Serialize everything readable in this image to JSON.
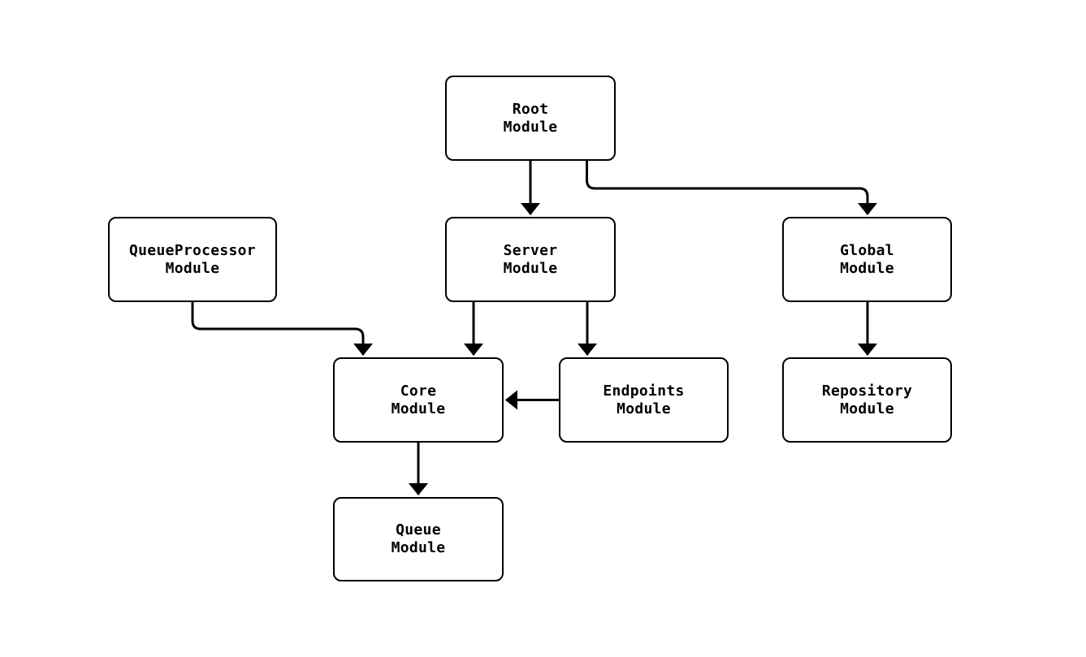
{
  "diagram": {
    "type": "flowchart",
    "direction": "top-down",
    "background_color": "#ffffff",
    "node_fill_color": "#ffffff",
    "node_border_color": "#000000",
    "edge_color": "#000000",
    "text_color": "#000000",
    "nodes": [
      {
        "id": "root",
        "label": "Root\nModule"
      },
      {
        "id": "server",
        "label": "Server\nModule"
      },
      {
        "id": "global",
        "label": "Global\nModule"
      },
      {
        "id": "queueprocessor",
        "label": "QueueProcessor\nModule"
      },
      {
        "id": "core",
        "label": "Core\nModule"
      },
      {
        "id": "endpoints",
        "label": "Endpoints\nModule"
      },
      {
        "id": "repository",
        "label": "Repository\nModule"
      },
      {
        "id": "queue",
        "label": "Queue\nModule"
      }
    ],
    "edges": [
      {
        "from": "Root Module",
        "to": "Server Module"
      },
      {
        "from": "Root Module",
        "to": "Global Module"
      },
      {
        "from": "QueueProcessor Module",
        "to": "Core Module"
      },
      {
        "from": "Server Module",
        "to": "Core Module"
      },
      {
        "from": "Server Module",
        "to": "Endpoints Module"
      },
      {
        "from": "Endpoints Module",
        "to": "Core Module"
      },
      {
        "from": "Global Module",
        "to": "Repository Module"
      },
      {
        "from": "Core Module",
        "to": "Queue Module"
      }
    ]
  }
}
